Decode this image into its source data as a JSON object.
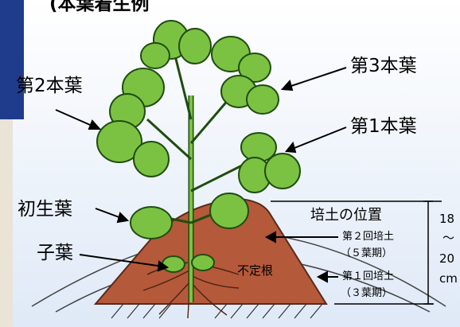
{
  "header_fragment": "(本葉着生例",
  "labels": {
    "leaf3": "第3本葉",
    "leaf2": "第2本葉",
    "leaf1": "第1本葉",
    "primary_leaf": "初生葉",
    "cotyledon": "子葉",
    "adventitious_root": "不定根",
    "hilling_position": "培土の位置",
    "second_hilling": "第２回培土",
    "second_hilling_stage": "（５葉期）",
    "first_hilling": "第１回培土",
    "first_hilling_stage": "（３葉期）"
  },
  "scale": {
    "top": "18",
    "sep": "〜",
    "bottom": "20",
    "unit": "cm"
  },
  "colors": {
    "sky": "#e8f1fb",
    "leaf": "#7cc242",
    "leaf_outline": "#1f4d10",
    "soil": "#b5593b",
    "left_panel": "#1f3b8c"
  }
}
